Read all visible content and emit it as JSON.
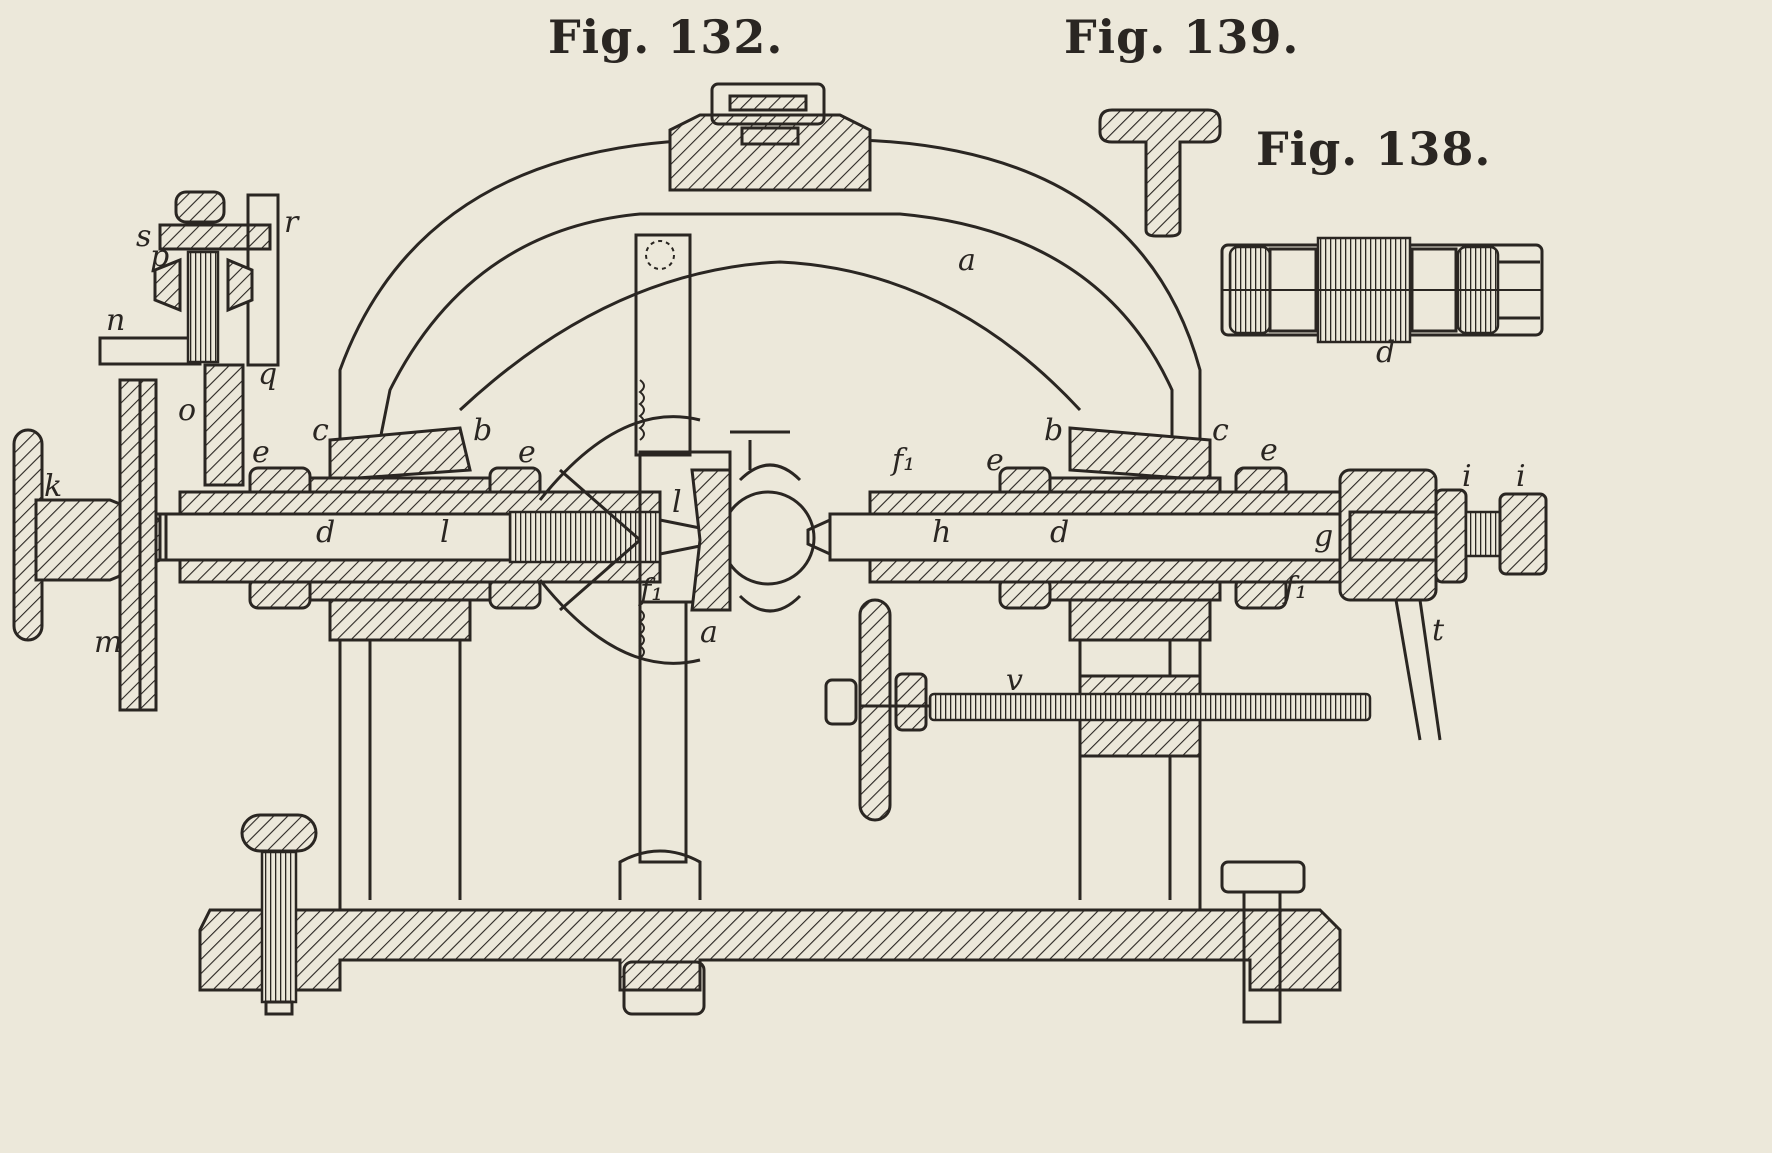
{
  "figures": {
    "fig132": "Fig. 132.",
    "fig139": "Fig. 139.",
    "fig138": "Fig. 138."
  },
  "labels": {
    "a_top": "a",
    "b_left": "b",
    "b_right": "b",
    "c_left": "c",
    "c_right": "c",
    "e_1": "e",
    "e_2": "e",
    "e_3": "e",
    "e_4": "e",
    "d_left": "d",
    "d_right": "d",
    "d_138": "d",
    "l_1": "l",
    "l_2": "l",
    "f1_left": "f₁",
    "f1_top": "f₁",
    "f1_right": "f₁",
    "h": "h",
    "g": "g",
    "i_1": "i",
    "i_2": "i",
    "t": "t",
    "v": "v",
    "a_lower": "a",
    "k": "k",
    "m": "m",
    "n": "n",
    "o": "o",
    "p": "p",
    "q": "q",
    "r": "r",
    "s": "s"
  },
  "colors": {
    "paper": "#ece8da",
    "ink": "#2a2622"
  }
}
